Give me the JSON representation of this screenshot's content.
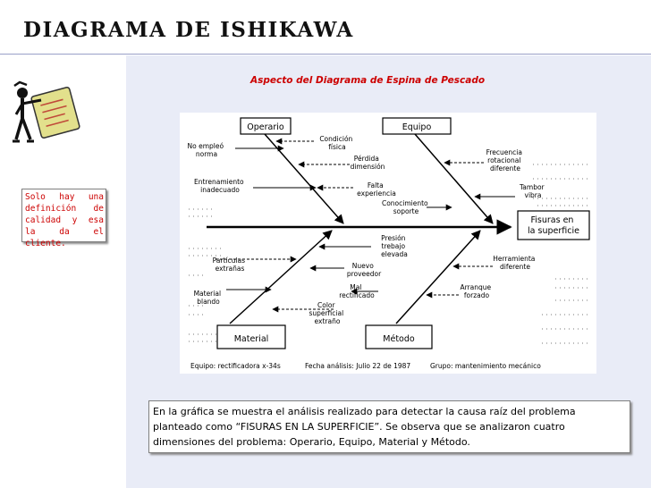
{
  "page": {
    "title": "DIAGRAMA DE ISHIKAWA",
    "subtitle": "Aspecto del Diagrama de Espina de Pescado",
    "side_note": "Solo hay una definición de calidad y esa la da el cliente.",
    "caption": "En la gráfica se muestra el análisis realizado para detectar la causa raíz del problema planteado como “FISURAS EN LA SUPERFICIE”. Se observa que se analizaron cuatro dimensiones del problema: Operario, Equipo, Material y Método."
  },
  "diagram": {
    "effect": [
      "Fisuras en",
      "la superficie"
    ],
    "categories": {
      "operario": "Operario",
      "equipo": "Equipo",
      "material": "Material",
      "metodo": "Método"
    },
    "causes": {
      "no_empleo": [
        "No empleó",
        "norma"
      ],
      "entrenamiento": [
        "Entrenamiento",
        "inadecuado"
      ],
      "condicion": [
        "Condición",
        "física"
      ],
      "perdida": [
        "Pérdida",
        "dimensión"
      ],
      "falta": [
        "Falta",
        "experiencia"
      ],
      "conocimiento": [
        "Conocimiento",
        "soporte"
      ],
      "frecuencia": [
        "Frecuencia",
        "rotacional",
        "diferente"
      ],
      "tambor": [
        "Tambor",
        "vibra"
      ],
      "presion": [
        "Presión",
        "trebajo",
        "elevada"
      ],
      "particulas": [
        "Partículas",
        "extrañas"
      ],
      "nuevo": [
        "Nuevo",
        "proveedor"
      ],
      "material_blando": [
        "Material",
        "blando"
      ],
      "mal_rectificado": [
        "Mal",
        "rectificado"
      ],
      "color": [
        "Color",
        "superficial",
        "extraño"
      ],
      "herramienta": [
        "Herramienta",
        "diferente"
      ],
      "arranque": [
        "Arranque",
        "forzado"
      ]
    },
    "footer": {
      "equipo": "Equipo: rectificadora x-34s",
      "fecha": "Fecha análisis: Julio 22 de 1987",
      "grupo": "Grupo: mantenimiento mecánico"
    }
  }
}
